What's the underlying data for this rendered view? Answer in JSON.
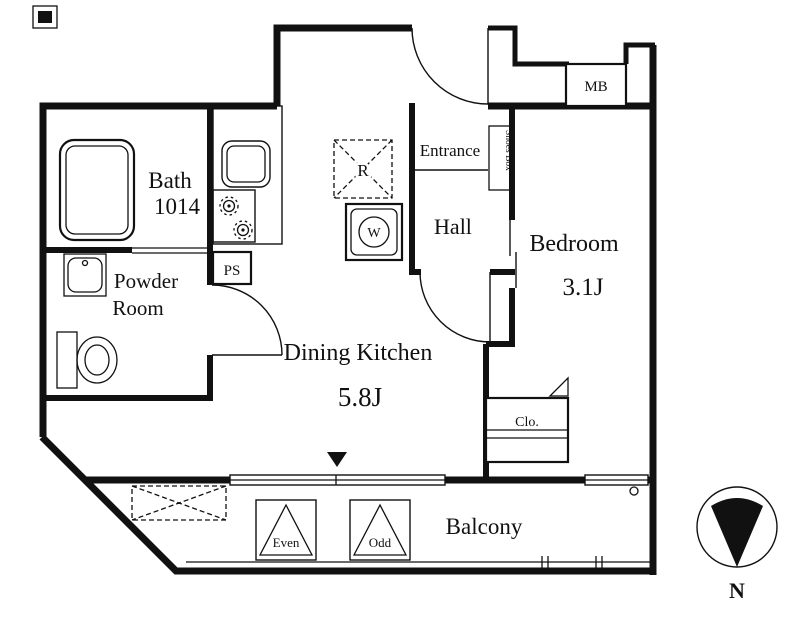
{
  "plan": {
    "rooms": {
      "bath": {
        "label": "Bath",
        "size": "1014"
      },
      "powder": {
        "line1": "Powder",
        "line2": "Room"
      },
      "entrance": {
        "label": "Entrance"
      },
      "hall": {
        "label": "Hall"
      },
      "bedroom": {
        "label": "Bedroom",
        "size": "3.1J"
      },
      "dining_kitchen": {
        "label": "Dining Kitchen",
        "size": "5.8J"
      },
      "balcony": {
        "label": "Balcony"
      },
      "closet": {
        "label": "Clo."
      },
      "shoes_box": {
        "label": "Shoes Box"
      }
    },
    "fixtures": {
      "ps": "PS",
      "mb": "MB",
      "refrigerator": "R",
      "washer": "W"
    },
    "balcony_marks": {
      "even": "Even",
      "odd": "Odd"
    },
    "compass": {
      "north": "N"
    },
    "colors": {
      "wall": "#111111",
      "fixture_fill": "#d9edf7",
      "hatch_line": "#8fc3da",
      "background": "#ffffff"
    }
  }
}
